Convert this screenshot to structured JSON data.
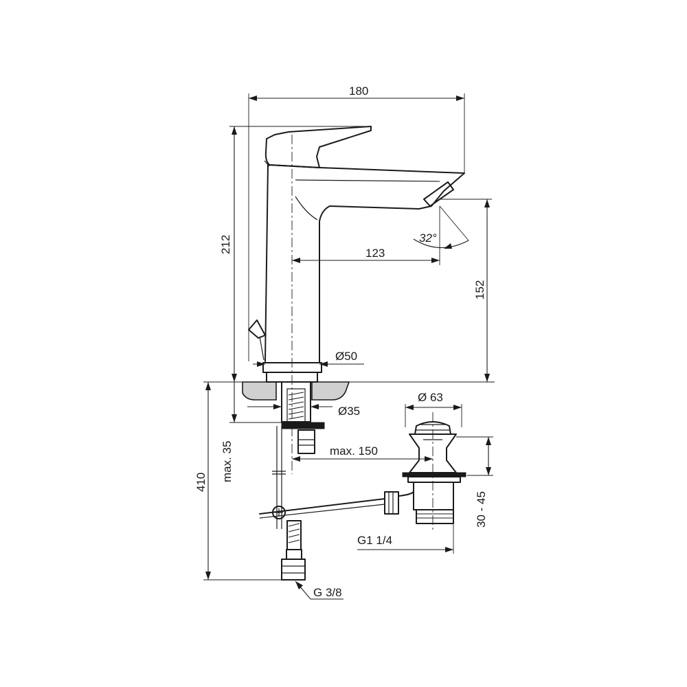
{
  "dimensions": {
    "overall_width": "180",
    "overall_height": "212",
    "spout_projection": "123",
    "outlet_height": "152",
    "spray_angle": "32°",
    "body_diameter": "Ø50",
    "shank_diameter": "Ø35",
    "max_deck_thickness": "max. 35",
    "total_height": "410",
    "hose_offset": "max. 150",
    "plug_diameter": "Ø 63",
    "waste_range": "30 - 45",
    "waste_thread": "G1 1/4",
    "hose_thread": "G 3/8"
  },
  "colors": {
    "line": "#1a1a1a",
    "countertop": "#d0d0d0",
    "background": "#ffffff"
  }
}
